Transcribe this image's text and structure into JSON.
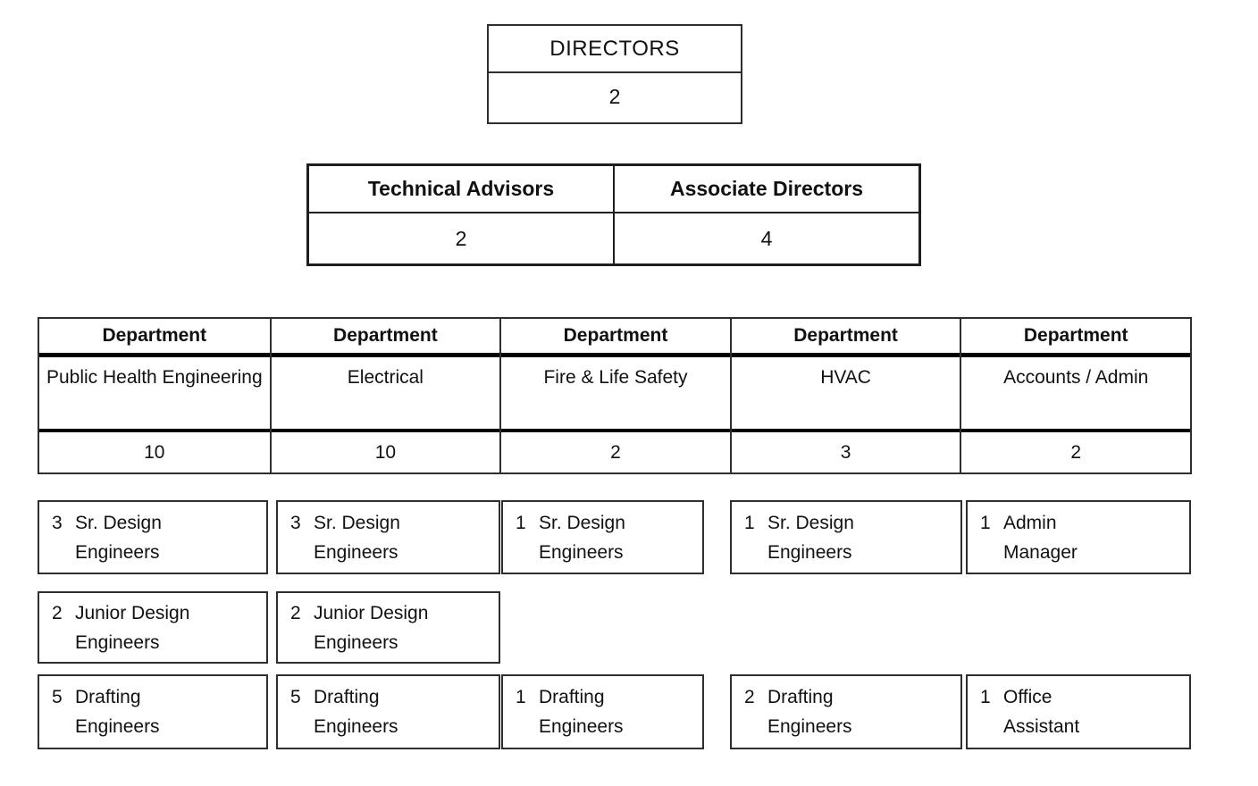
{
  "directors": {
    "title": "DIRECTORS",
    "count": "2"
  },
  "leadership": {
    "columns": [
      {
        "title": "Technical Advisors",
        "count": "2"
      },
      {
        "title": "Associate Directors",
        "count": "4"
      }
    ]
  },
  "departments": {
    "header_label": "Department",
    "columns": [
      {
        "name": "Public Health Engineering",
        "count": "10"
      },
      {
        "name": "Electrical",
        "count": "10"
      },
      {
        "name": "Fire & Life Safety",
        "count": "2"
      },
      {
        "name": "HVAC",
        "count": "3"
      },
      {
        "name": "Accounts / Admin",
        "count": "2"
      }
    ]
  },
  "staff_rows": [
    {
      "cells": [
        {
          "count": "3",
          "lines": [
            "Sr. Design",
            "Engineers"
          ]
        },
        {
          "count": "3",
          "lines": [
            "Sr. Design",
            "Engineers"
          ]
        },
        {
          "count": "1",
          "lines": [
            "Sr. Design",
            "Engineers"
          ]
        },
        {
          "count": "1",
          "lines": [
            "Sr. Design",
            "Engineers"
          ]
        },
        {
          "count": "1",
          "lines": [
            "Admin",
            "Manager"
          ]
        }
      ]
    },
    {
      "cells": [
        {
          "count": "2",
          "lines": [
            "Junior Design",
            "Engineers"
          ]
        },
        {
          "count": "2",
          "lines": [
            "Junior Design",
            "Engineers"
          ]
        }
      ]
    },
    {
      "cells": [
        {
          "count": "5",
          "lines": [
            "Drafting",
            "Engineers"
          ]
        },
        {
          "count": "5",
          "lines": [
            "Drafting",
            "Engineers"
          ]
        },
        {
          "count": "1",
          "lines": [
            "Drafting",
            "Engineers"
          ]
        },
        {
          "count": "2",
          "lines": [
            "Drafting",
            "Engineers"
          ]
        },
        {
          "count": "1",
          "lines": [
            "Office",
            "Assistant"
          ]
        }
      ]
    }
  ],
  "colors": {
    "background": "#ffffff",
    "text": "#111111",
    "thin_border": "#2e2e2e",
    "thick_border": "#000000"
  }
}
